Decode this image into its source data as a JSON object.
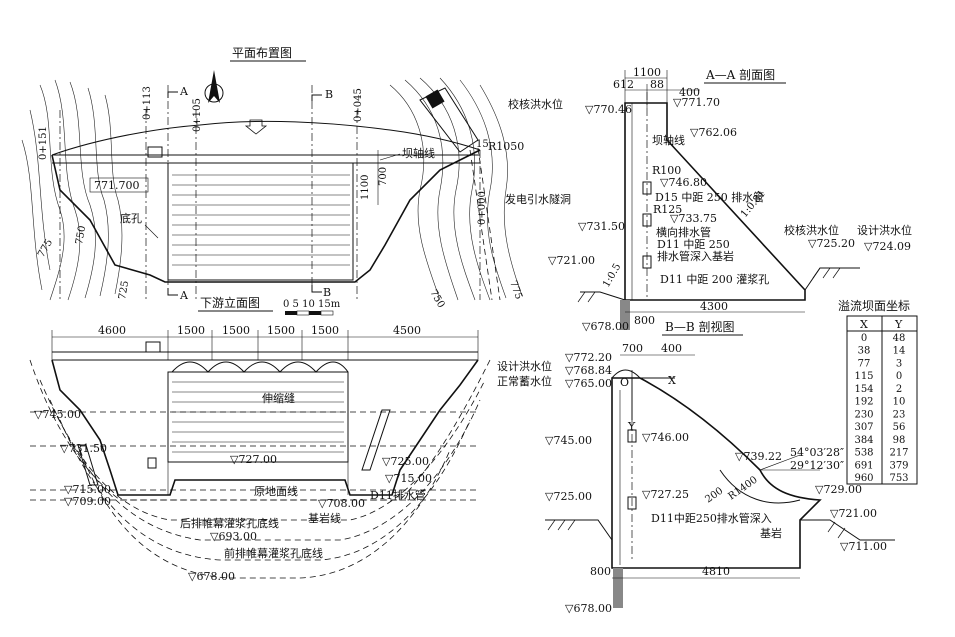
{
  "plan": {
    "title": "平面布置图",
    "sec_a": "A",
    "sec_b": "B",
    "station_113": "0+113",
    "station_105": "0+105",
    "station_045": "0+045",
    "station_151": "0+151",
    "station_000": "0+000",
    "elev_771700": "771.700",
    "dam_axis": "坝轴线",
    "dim_1100": "1100",
    "dim_700": "700",
    "radius": "R1050",
    "bottom_outlet": "底孔",
    "tunnel": "发电引水隧洞",
    "contour_775a": "775",
    "contour_750a": "750",
    "contour_725": "725",
    "contour_750b": "750",
    "contour_775b": "775",
    "contour_15": "15"
  },
  "elevation": {
    "title": "下游立面图",
    "scale_text": "0 5 10 15m",
    "dim_4600": "4600",
    "dim_1500": [
      "1500",
      "1500",
      "1500",
      "1500"
    ],
    "dim_4500": "4500",
    "elev_745": "▽745.00",
    "elev_731": "▽731.50",
    "elev_715a": "▽715.00",
    "elev_709": "▽709.00",
    "joint": "伸缩缝",
    "elev_727": "▽727.00",
    "ground": "原地面线",
    "elev_725": "▽725.00",
    "elev_715b": "▽715.00",
    "elev_708": "▽708.00",
    "drain": "D11排水管",
    "rock": "基岩线",
    "rear_grout": "后排帷幕灌浆孔底线",
    "elev_693": "▽693.00",
    "front_grout": "前排帷幕灌浆孔底线",
    "elev_678": "▽678.00"
  },
  "section_a": {
    "title": "A—A 剖面图",
    "dim_1100": "1100",
    "dim_612": "612",
    "dim_88": "88",
    "dim_400": "400",
    "check_level": "校核洪水位",
    "elev_77046": "▽770.46",
    "elev_77170": "▽771.70",
    "elev_76206": "▽762.06",
    "axis_v": "坝轴线",
    "r100": "R100",
    "elev_74680": "▽746.80",
    "drain_d15": "D15 中距 250 排水管",
    "r125": "R125",
    "elev_73375": "▽733.75",
    "lateral": "横向排水管",
    "elev_73150": "▽731.50",
    "d11": "D11 中距 250",
    "d11_2": "排水管深入基岩",
    "check_level2": "校核洪水位",
    "design_level": "设计洪水位",
    "elev_72520": "▽725.20",
    "elev_72409": "▽724.09",
    "slope": "1:0.81",
    "elev_72100": "▽721.00",
    "slope2": "1:0.5",
    "grout": "D11 中距 200 灌浆孔",
    "dim_4300": "4300",
    "dim_800": "800",
    "elev_678": "▽678.00"
  },
  "section_b": {
    "title": "B—B 剖视图",
    "dim_700": "700",
    "dim_400": "400",
    "design": "设计洪水位",
    "normal": "正常蓄水位",
    "elev_77220": "▽772.20",
    "elev_76884": "▽768.84",
    "elev_76500": "▽765.00",
    "origin": "O",
    "axis_x": "X",
    "axis_y": "Y",
    "elev_745": "▽745.00",
    "elev_746": "▽746.00",
    "elev_73922": "▽739.22",
    "angle1": "54°03′28″",
    "angle2": "29°12′30″",
    "r1400": "R1400",
    "dim_200": "200",
    "elev_72900": "▽729.00",
    "elev_725": "▽725.00",
    "elev_72725": "▽727.25",
    "drain": "D11中距250排水管深入",
    "rock": "基岩",
    "elev_72100": "▽721.00",
    "elev_71100": "▽711.00",
    "dim_800": "800",
    "dim_4810": "4810",
    "elev_678": "▽678.00"
  },
  "coord_table": {
    "title": "溢流坝面坐标",
    "headers": [
      "X",
      "Y"
    ],
    "rows": [
      [
        "0",
        "48"
      ],
      [
        "38",
        "14"
      ],
      [
        "77",
        "3"
      ],
      [
        "115",
        "0"
      ],
      [
        "154",
        "2"
      ],
      [
        "192",
        "10"
      ],
      [
        "230",
        "23"
      ],
      [
        "307",
        "56"
      ],
      [
        "384",
        "98"
      ],
      [
        "538",
        "217"
      ],
      [
        "691",
        "379"
      ],
      [
        "960",
        "753"
      ]
    ]
  }
}
